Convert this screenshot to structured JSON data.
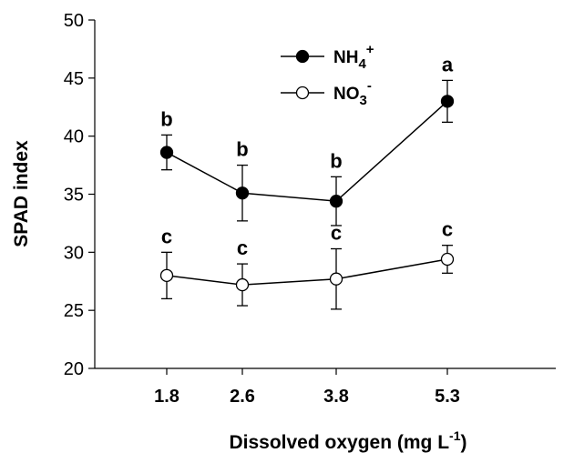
{
  "chart_data": {
    "type": "line",
    "categories": [
      "1.8",
      "2.6",
      "3.8",
      "5.3"
    ],
    "ylabel": "SPAD index",
    "xlabel_main": "Dissolved oxygen (mg L",
    "xlabel_sup": "-1",
    "xlabel_close": ")",
    "ylim": [
      20,
      50
    ],
    "yticks": [
      "20",
      "25",
      "30",
      "35",
      "40",
      "45",
      "50"
    ],
    "grid": false,
    "legend_position": "top-center",
    "series": [
      {
        "name_base": "NH",
        "name_sub": "4",
        "name_sup": "+",
        "marker": "filled",
        "values": [
          38.6,
          35.1,
          34.4,
          43.0
        ],
        "errors": [
          1.5,
          2.4,
          2.1,
          1.8
        ],
        "letters": [
          "b",
          "b",
          "b",
          "a"
        ]
      },
      {
        "name_base": "NO",
        "name_sub": "3",
        "name_sup": "-",
        "marker": "open",
        "values": [
          28.0,
          27.2,
          27.7,
          29.4
        ],
        "errors": [
          2.0,
          1.8,
          2.6,
          1.2
        ],
        "letters": [
          "c",
          "c",
          "c",
          "c"
        ]
      }
    ]
  }
}
